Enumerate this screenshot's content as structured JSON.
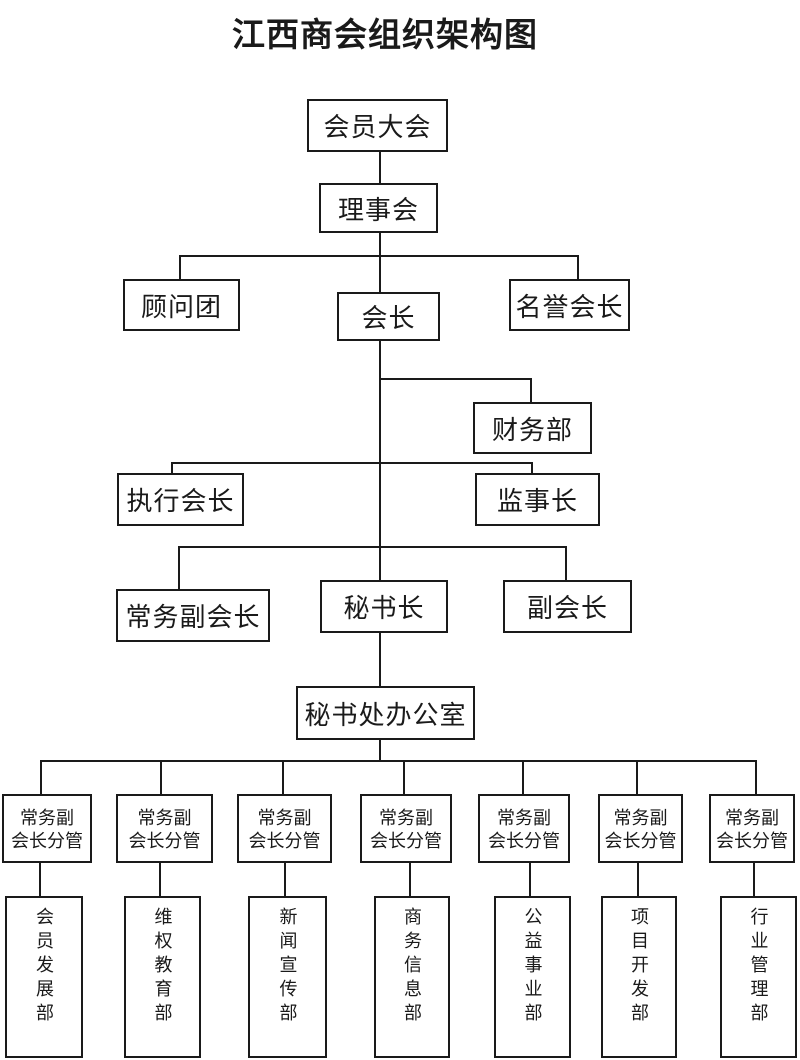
{
  "title": "江西商会组织架构图",
  "nodes": {
    "member_assembly": "会员大会",
    "board_of_directors": "理事会",
    "advisory_group": "顾问团",
    "president": "会长",
    "honorary_president": "名誉会长",
    "finance_department": "财务部",
    "executive_president": "执行会长",
    "chief_supervisor": "监事长",
    "executive_vice_president": "常务副会长",
    "secretary_general": "秘书长",
    "vice_president": "副会长",
    "secretariat_office": "秘书处办公室"
  },
  "evp_branches": [
    {
      "supervisor_lines": [
        "常务副",
        "会长分管"
      ],
      "department": "会员发展部"
    },
    {
      "supervisor_lines": [
        "常务副",
        "会长分管"
      ],
      "department": "维权教育部"
    },
    {
      "supervisor_lines": [
        "常务副",
        "会长分管"
      ],
      "department": "新闻宣传部"
    },
    {
      "supervisor_lines": [
        "常务副",
        "会长分管"
      ],
      "department": "商务信息部"
    },
    {
      "supervisor_lines": [
        "常务副",
        "会长分管"
      ],
      "department": "公益事业部"
    },
    {
      "supervisor_lines": [
        "常务副",
        "会长分管"
      ],
      "department": "项目开发部"
    },
    {
      "supervisor_lines": [
        "常务副",
        "会长分管"
      ],
      "department": "行业管理部"
    }
  ],
  "colors": {
    "background": "#ffffff",
    "line": "#1a1a1a",
    "text": "#1a1a1a"
  }
}
